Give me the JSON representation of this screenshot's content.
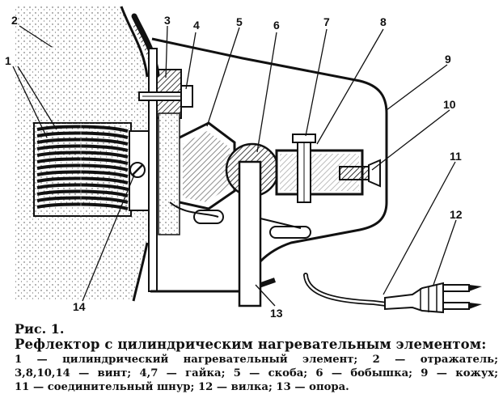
{
  "callouts": [
    "1",
    "2",
    "3",
    "4",
    "5",
    "6",
    "7",
    "8",
    "9",
    "10",
    "11",
    "12",
    "13",
    "14"
  ],
  "caption": {
    "figure_label": "Рис. 1.",
    "title": "Рефлектор с цилиндрическим нагревательным элементом:",
    "legend_lines": [
      "1 — цилиндрический нагревательный элемент; 2 — отражатель;",
      "3,8,10,14 — винт; 4,7 — гайка; 5 — скоба; 6 — бобышка; 9 — кожух;",
      "11 — соединительный шнур; 12 — вилка; 13 — опора."
    ]
  },
  "colors": {
    "ink": "#111111",
    "hatch": "#222222",
    "paper": "#ffffff"
  }
}
